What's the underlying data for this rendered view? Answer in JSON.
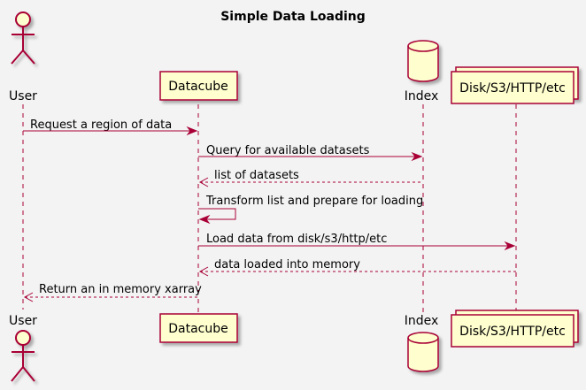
{
  "diagram": {
    "title": "Simple Data Loading",
    "participants": {
      "user": "User",
      "datacube": "Datacube",
      "index": "Index",
      "storage": "Disk/S3/HTTP/etc"
    },
    "messages": [
      {
        "from": "user",
        "to": "datacube",
        "style": "solid",
        "text": "Request a region of data"
      },
      {
        "from": "datacube",
        "to": "index",
        "style": "solid",
        "text": "Query for available datasets"
      },
      {
        "from": "index",
        "to": "datacube",
        "style": "dashed",
        "text": "list of datasets"
      },
      {
        "from": "datacube",
        "to": "datacube",
        "style": "solid",
        "text": "Transform list and prepare for loading"
      },
      {
        "from": "datacube",
        "to": "storage",
        "style": "solid",
        "text": "Load data from disk/s3/http/etc"
      },
      {
        "from": "storage",
        "to": "datacube",
        "style": "dashed",
        "text": "data loaded into memory"
      },
      {
        "from": "datacube",
        "to": "user",
        "style": "dashed",
        "text": "Return an in memory xarray"
      }
    ],
    "colors": {
      "accent": "#a80036",
      "box_fill": "#fefece",
      "background": "#f3f3f3"
    }
  }
}
